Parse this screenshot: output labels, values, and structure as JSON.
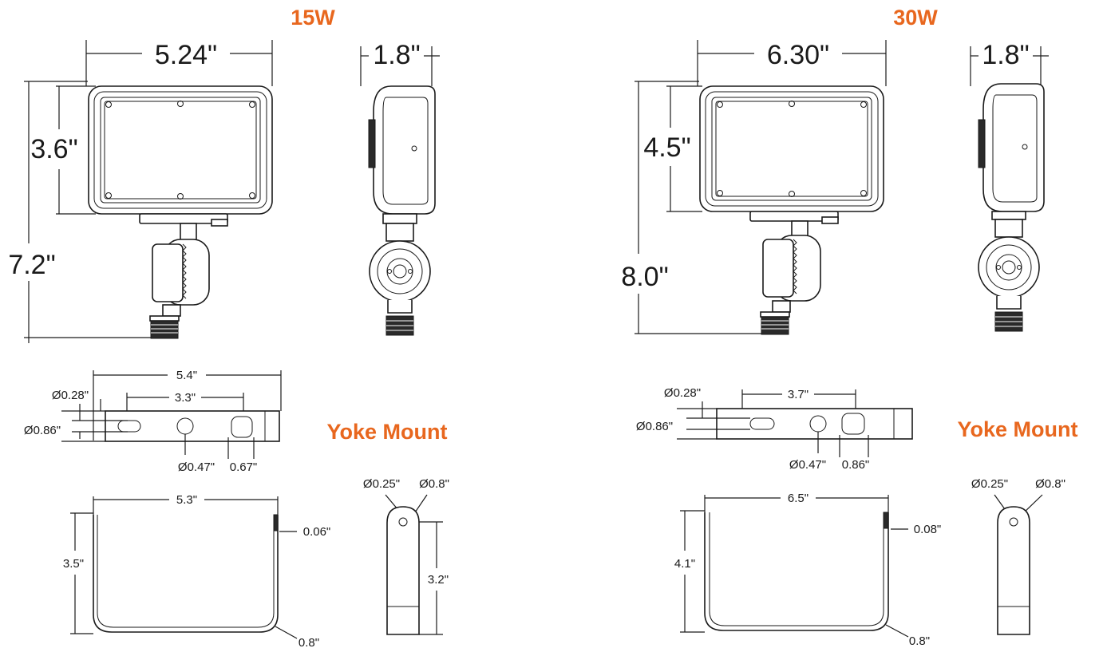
{
  "accent_color": "#E8671E",
  "panels": [
    {
      "wattage": "15W",
      "front_width": "5.24\"",
      "side_width": "1.8\"",
      "lens_height": "3.6\"",
      "total_height": "7.2\"",
      "yoke_title": "Yoke Mount",
      "yoke_length": "5.4\"",
      "slot_spacing": "3.3\"",
      "slot_width": "Ø0.28\"",
      "yoke_depth": "Ø0.86\"",
      "center_hole": "Ø0.47\"",
      "slot_length": "0.67\"",
      "bracket_width": "5.3\"",
      "bracket_height": "3.5\"",
      "bracket_thickness": "0.06\"",
      "bracket_radius": "0.8\"",
      "arm_hole": "Ø0.25\"",
      "arm_end": "Ø0.8\"",
      "arm_length": "3.2\""
    },
    {
      "wattage": "30W",
      "front_width": "6.30\"",
      "side_width": "1.8\"",
      "lens_height": "4.5\"",
      "total_height": "8.0\"",
      "yoke_title": "Yoke Mount",
      "slot_spacing": "3.7\"",
      "slot_width": "Ø0.28\"",
      "yoke_depth": "Ø0.86\"",
      "center_hole": "Ø0.47\"",
      "slot_length": "0.86\"",
      "bracket_width": "6.5\"",
      "bracket_height": "4.1\"",
      "bracket_thickness": "0.08\"",
      "bracket_radius": "0.8\"",
      "arm_hole": "Ø0.25\"",
      "arm_end": "Ø0.8\""
    }
  ]
}
